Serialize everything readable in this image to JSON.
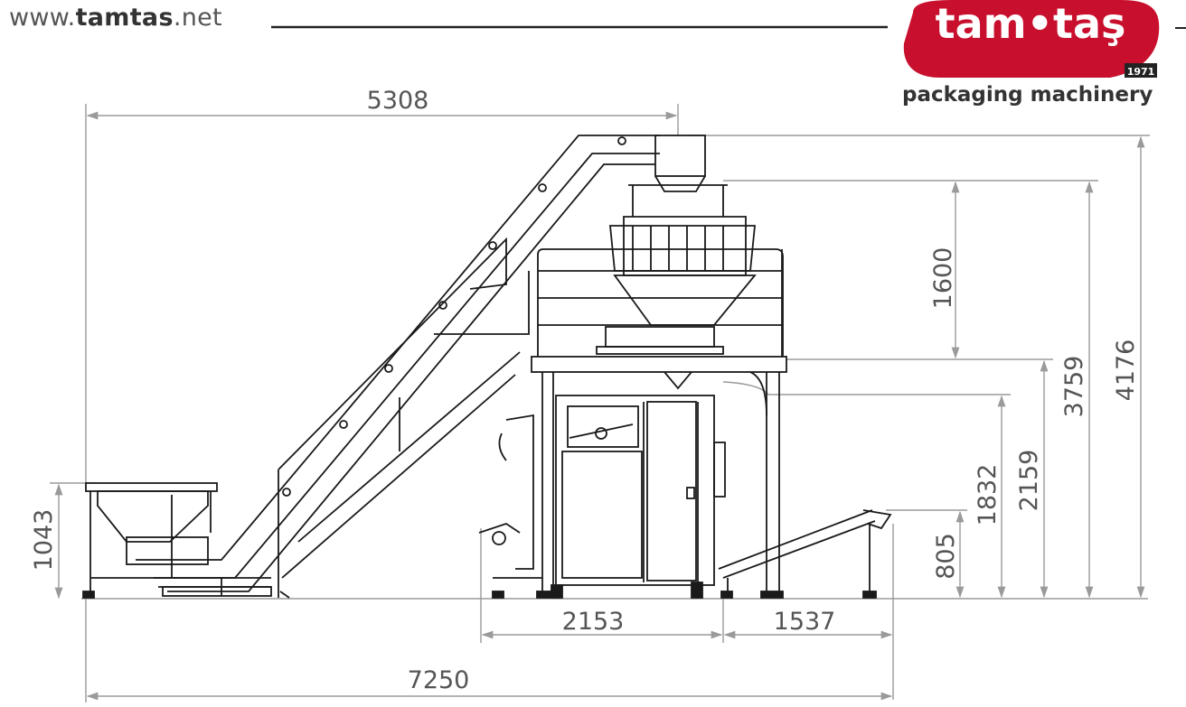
{
  "header": {
    "website_prefix": "www.",
    "website_brand": "tamtas",
    "website_suffix": ".net"
  },
  "logo": {
    "brand": "tam•taş",
    "year": "1971",
    "tagline": "packaging machinery"
  },
  "dimensions": {
    "top_width": "5308",
    "left_height": "1043",
    "weigher_height": "1600",
    "overall_height": "4176",
    "platform_height": "3759",
    "machine_height": "2159",
    "discharge_height": "1832",
    "conveyor_height": "805",
    "machine_width": "2153",
    "conveyor_length": "1537",
    "overall_length": "7250"
  },
  "colors": {
    "logo_red": "#c8102e",
    "line": "#1a1a1a",
    "dimension_line": "#9a9a9a",
    "dimension_text": "#555555"
  }
}
